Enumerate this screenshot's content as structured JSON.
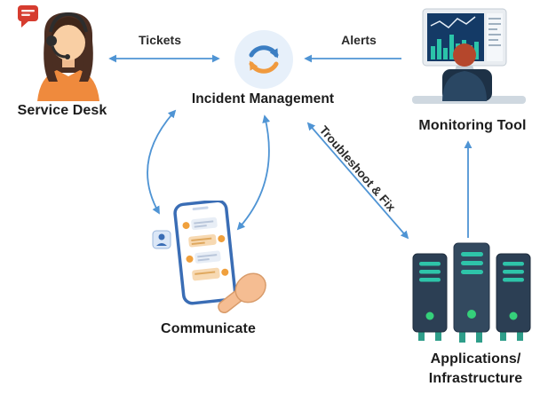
{
  "nodes": {
    "service_desk": {
      "label": "Service Desk"
    },
    "incident_management": {
      "label": "Incident Management"
    },
    "monitoring_tool": {
      "label": "Monitoring Tool"
    },
    "communicate": {
      "label": "Communicate"
    },
    "applications_infrastructure": {
      "label_line1": "Applications/",
      "label_line2": "Infrastructure"
    }
  },
  "edges": {
    "tickets": {
      "label": "Tickets",
      "from": "Service Desk",
      "to": "Incident Management",
      "bidirectional": true
    },
    "alerts": {
      "label": "Alerts",
      "from": "Monitoring Tool",
      "to": "Incident Management",
      "bidirectional": false
    },
    "communicate_loop": {
      "label": "",
      "from": "Incident Management",
      "to": "Communicate",
      "bidirectional": true
    },
    "troubleshoot_fix": {
      "label": "Troubleshoot & Fix",
      "from": "Incident Management",
      "to": "Applications/Infrastructure",
      "bidirectional": true
    },
    "infra_feed": {
      "label": "",
      "from": "Applications/Infrastructure",
      "to": "Monitoring Tool",
      "bidirectional": false
    }
  },
  "icons": {
    "service_desk": "support-agent-illustration",
    "chat_badge": "red-chat-bubble-icon",
    "incident_management": "refresh-cycle-icon",
    "monitoring_tool": "analyst-at-monitor-illustration",
    "communicate": "phone-chat-hand-illustration",
    "applications_infrastructure": "server-rack-illustration"
  },
  "colors": {
    "arrow": "#4f94d4",
    "label_text": "#1c1c1c",
    "incident_circle_bg": "#e7f0fa",
    "cycle_blue": "#3b7ec3",
    "cycle_orange": "#f09a3e",
    "shirt_orange": "#ef8a3d",
    "server_navy": "#2c3f54",
    "server_teal": "#2ec4a9",
    "status_green": "#35d07a",
    "chat_badge_red": "#d63c2f"
  }
}
